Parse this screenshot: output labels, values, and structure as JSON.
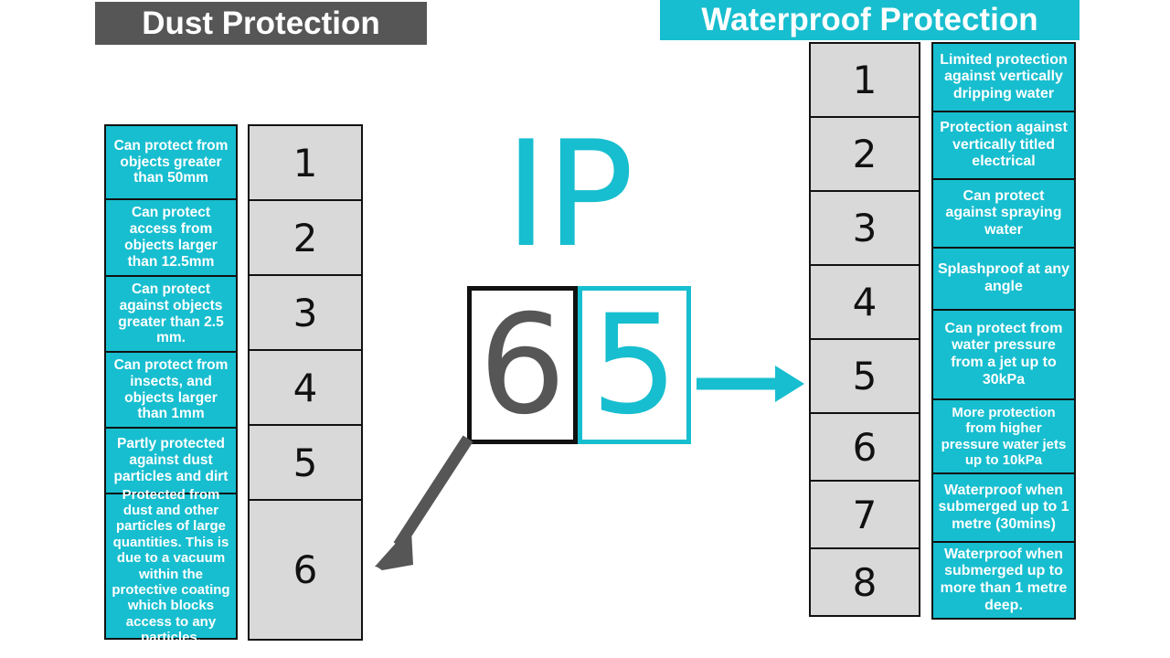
{
  "headers": {
    "dust": "Dust Protection",
    "waterproof": "Waterproof Protection"
  },
  "center": {
    "logo": "IP",
    "dust_digit": "6",
    "water_digit": "5"
  },
  "colors": {
    "teal": "#17BECF",
    "dark_grey": "#565656",
    "cell_grey": "#D9D9D9",
    "black": "#111111",
    "white": "#FFFFFF"
  },
  "icons": {
    "dust_arrow": "arrow-down-left-icon",
    "water_arrow": "arrow-right-icon"
  },
  "dust_levels": [
    {
      "number": "1",
      "description": "Can protect from objects greater than 50mm"
    },
    {
      "number": "2",
      "description": "Can protect access from objects larger than 12.5mm"
    },
    {
      "number": "3",
      "description": "Can protect against objects greater than 2.5 mm."
    },
    {
      "number": "4",
      "description": "Can protect from insects, and objects larger than 1mm"
    },
    {
      "number": "5",
      "description": "Partly protected against dust particles and dirt"
    },
    {
      "number": "6",
      "description": "Protected from dust and other particles of large quantities. This is due to a vacuum within the protective coating which blocks access to any particles."
    }
  ],
  "water_levels": [
    {
      "number": "1",
      "description": "Limited protection against vertically dripping water"
    },
    {
      "number": "2",
      "description": "Protection against vertically titled electrical"
    },
    {
      "number": "3",
      "description": "Can protect against spraying water"
    },
    {
      "number": "4",
      "description": "Splashproof at any angle"
    },
    {
      "number": "5",
      "description": "Can protect from water pressure from a jet up to 30kPa"
    },
    {
      "number": "6",
      "description": "More protection from higher pressure water jets up to 10kPa"
    },
    {
      "number": "7",
      "description": "Waterproof when submerged up to 1 metre (30mins)"
    },
    {
      "number": "8",
      "description": "Waterproof when submerged up to more than 1 metre deep."
    }
  ]
}
